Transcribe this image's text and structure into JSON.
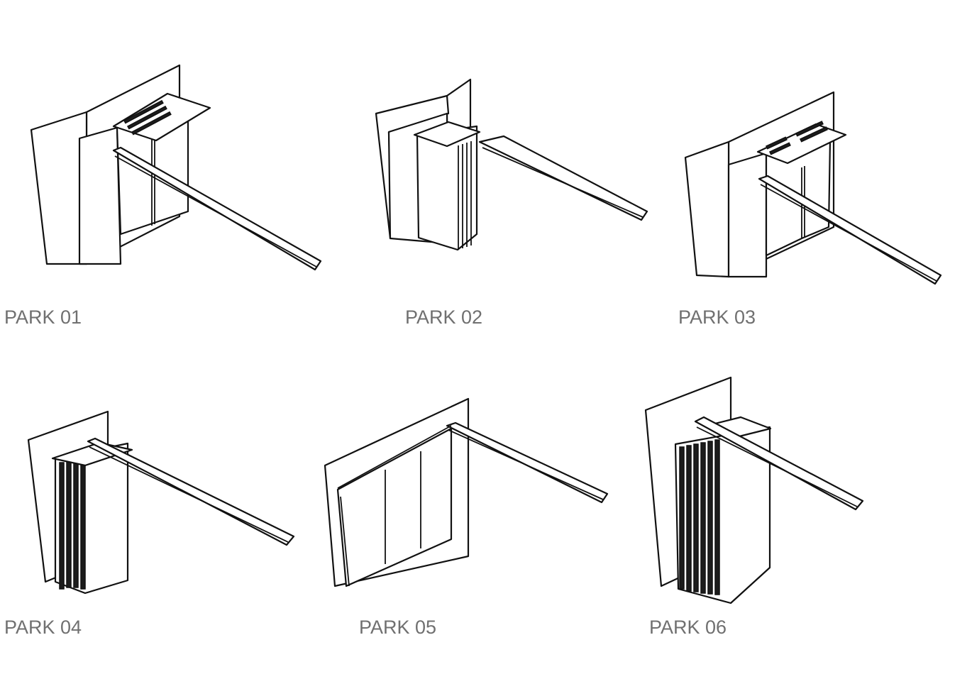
{
  "labels": {
    "park_01": "PARK 01",
    "park_02": "PARK 02",
    "park_03": "PARK 03",
    "park_04": "PARK 04",
    "park_05": "PARK 05",
    "park_06": "PARK 06"
  },
  "colors": {
    "label": "#707070",
    "line": "#111111",
    "background": "#ffffff"
  }
}
